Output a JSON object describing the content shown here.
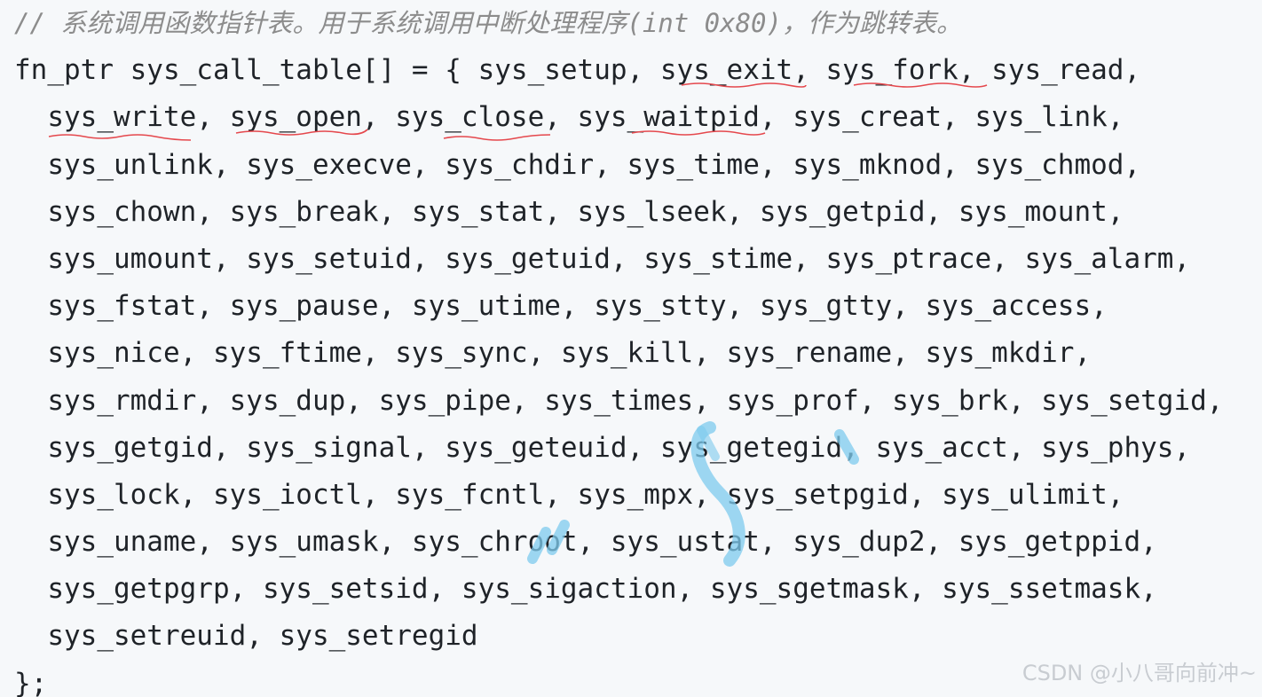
{
  "code": {
    "comment": "// 系统调用函数指针表。用于系统调用中断处理程序(int 0x80)，作为跳转表。",
    "lines": [
      "fn_ptr sys_call_table[] = { sys_setup, sys_exit, sys_fork, sys_read,",
      "  sys_write, sys_open, sys_close, sys_waitpid, sys_creat, sys_link,",
      "  sys_unlink, sys_execve, sys_chdir, sys_time, sys_mknod, sys_chmod,",
      "  sys_chown, sys_break, sys_stat, sys_lseek, sys_getpid, sys_mount,",
      "  sys_umount, sys_setuid, sys_getuid, sys_stime, sys_ptrace, sys_alarm,",
      "  sys_fstat, sys_pause, sys_utime, sys_stty, sys_gtty, sys_access,",
      "  sys_nice, sys_ftime, sys_sync, sys_kill, sys_rename, sys_mkdir,",
      "  sys_rmdir, sys_dup, sys_pipe, sys_times, sys_prof, sys_brk, sys_setgid,",
      "  sys_getgid, sys_signal, sys_geteuid, sys_getegid, sys_acct, sys_phys,",
      "  sys_lock, sys_ioctl, sys_fcntl, sys_mpx, sys_setpgid, sys_ulimit,",
      "  sys_uname, sys_umask, sys_chroot, sys_ustat, sys_dup2, sys_getppid,",
      "  sys_getpgrp, sys_setsid, sys_sigaction, sys_sgetmask, sys_ssetmask,",
      "  sys_setreuid, sys_setregid",
      "};"
    ]
  },
  "watermark": {
    "text": "CSDN @小八哥向前冲~"
  },
  "colors": {
    "background": "#f6f8fa",
    "code_text": "#1f2328",
    "comment_text": "#8c8c8c",
    "squiggle": "#e5484d",
    "watermark_mark": "#7ecbee"
  },
  "icons": {
    "watermark_mark": "curly-brace-watermark-icon"
  }
}
